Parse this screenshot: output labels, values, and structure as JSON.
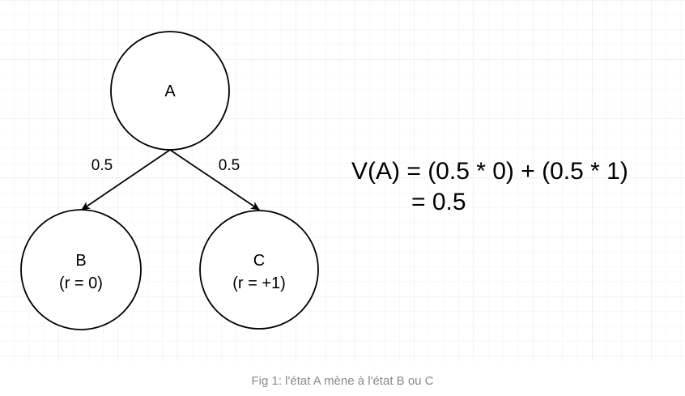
{
  "colors": {
    "grid_minor": "#f1f1f1",
    "grid_major": "#e4e4e4",
    "stroke": "#000000",
    "caption": "#8a8a8a"
  },
  "nodes": {
    "a": {
      "label": "A"
    },
    "b": {
      "label": "B",
      "sub": "(r = 0)"
    },
    "c": {
      "label": "C",
      "sub": "(r = +1)"
    }
  },
  "edges": {
    "ab": {
      "label": "0.5"
    },
    "ac": {
      "label": "0.5"
    }
  },
  "formula": {
    "line1": "V(A) = (0.5 * 0) + (0.5 * 1)",
    "line2": "= 0.5"
  },
  "caption": "Fig 1: l'état A mène à l'état B ou C"
}
